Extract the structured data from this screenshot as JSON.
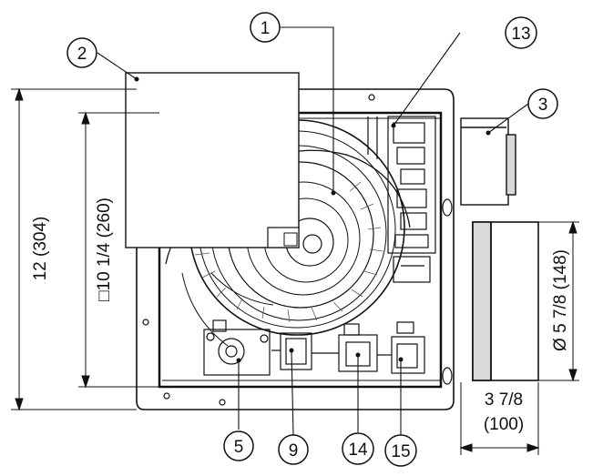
{
  "callouts": {
    "c1": "1",
    "c2": "2",
    "c3": "3",
    "c5": "5",
    "c9": "9",
    "c13": "13",
    "c14": "14",
    "c15": "15"
  },
  "dimensions": {
    "height_overall": "12 (304)",
    "height_opening": "□10 1/4 (260)",
    "duct_diameter": "Ø 5 7/8 (148)",
    "duct_length_line1": "3 7/8",
    "duct_length_line2": "(100)"
  },
  "colors": {
    "line": "#111111",
    "fill": "#ffffff",
    "shade": "#d9d9d9"
  }
}
